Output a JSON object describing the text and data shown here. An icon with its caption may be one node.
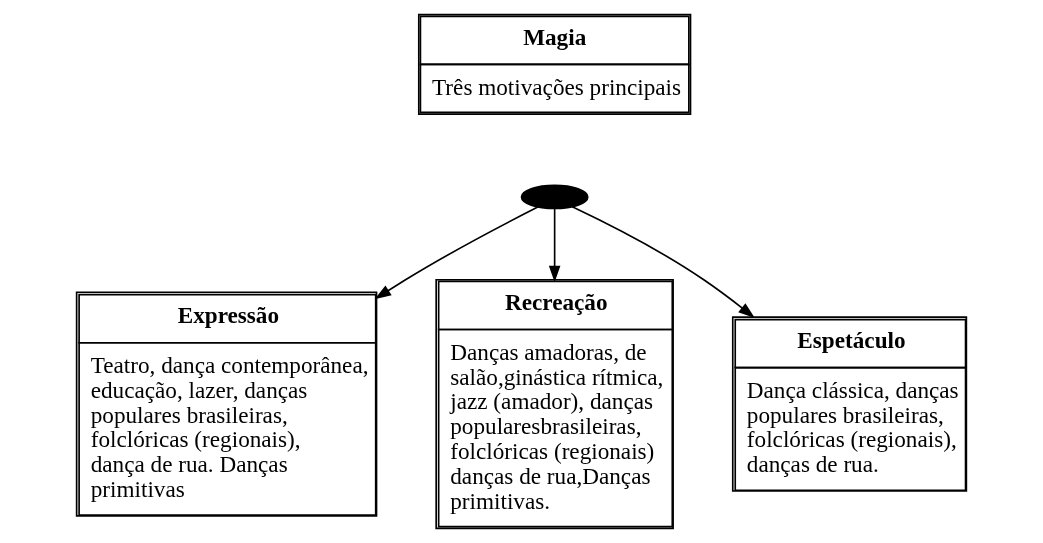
{
  "diagram": {
    "nodes": [
      {
        "text": [
          "Magia",
          "Três motivações principais"
        ]
      },
      {
        "text": [],
        "shape": "ellipse"
      },
      {
        "text": [
          "Expressão",
          "Teatro, dança contemporânea, educação, lazer, danças populares brasileiras, folclóricas (regionais), dança de rua. Danças primitivas"
        ]
      },
      {
        "text": [
          "Recreação",
          "Danças amadoras, de salão,ginástica rítmica, jazz (amador), danças popularesbrasileiras, folclóricas (regionais) danças de rua,Danças primitivas."
        ]
      },
      {
        "text": [
          "Espetáculo",
          "Dança clássica, danças populares brasileiras, folclóricas (regionais), danças de rua."
        ]
      }
    ],
    "edges": [
      {
        "from": 1,
        "to": 2,
        "arrow": "to"
      },
      {
        "from": 1,
        "to": 3,
        "arrow": "to"
      },
      {
        "from": 1,
        "to": 4,
        "arrow": "to"
      }
    ]
  }
}
